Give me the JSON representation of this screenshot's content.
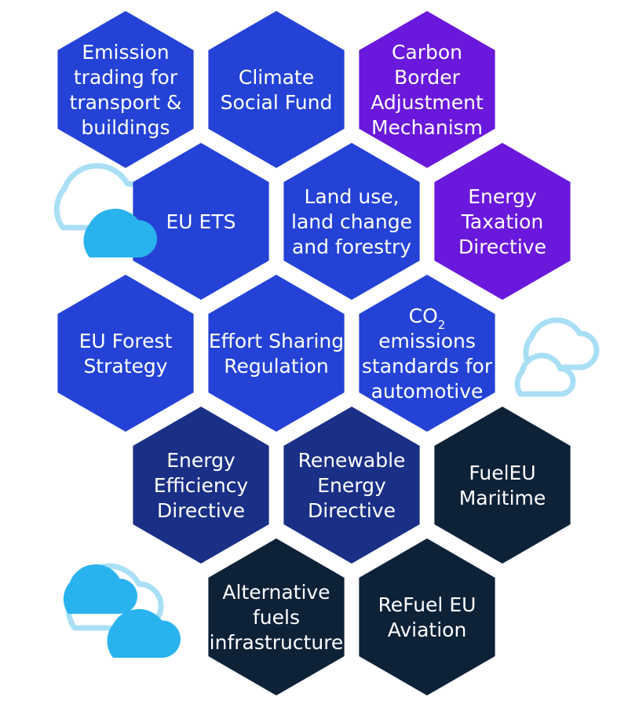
{
  "colors": {
    "blue": "#2442d6",
    "dark_blue": "#1a2f86",
    "purple": "#6a18db",
    "navy": "#0d2137",
    "cloud_fill": "#29b3ee",
    "cloud_outline": "#a9dff5",
    "text": "#ffffff"
  },
  "hexagons": [
    {
      "id": "emission-trading-transport-buildings",
      "lines": [
        "Emission",
        "trading for",
        "transport &",
        "buildings"
      ],
      "color": "blue"
    },
    {
      "id": "climate-social-fund",
      "lines": [
        "Climate",
        "Social Fund"
      ],
      "color": "blue"
    },
    {
      "id": "carbon-border-adjustment-mechanism",
      "lines": [
        "Carbon",
        "Border",
        "Adjustment",
        "Mechanism"
      ],
      "color": "purple"
    },
    {
      "id": "eu-ets",
      "lines": [
        "EU ETS"
      ],
      "color": "blue"
    },
    {
      "id": "land-use-forestry",
      "lines": [
        "Land use,",
        "land change",
        "and forestry"
      ],
      "color": "blue"
    },
    {
      "id": "energy-taxation-directive",
      "lines": [
        "Energy",
        "Taxation",
        "Directive"
      ],
      "color": "purple"
    },
    {
      "id": "eu-forest-strategy",
      "lines": [
        "EU Forest",
        "Strategy"
      ],
      "color": "blue"
    },
    {
      "id": "effort-sharing-regulation",
      "lines": [
        "Effort Sharing",
        "Regulation"
      ],
      "color": "blue"
    },
    {
      "id": "co2-emissions-standards-automotive",
      "lines": [
        "CO",
        "emissions",
        "standards for",
        "automotive"
      ],
      "subscript": "2",
      "color": "blue"
    },
    {
      "id": "energy-efficiency-directive",
      "lines": [
        "Energy",
        "Efficiency",
        "Directive"
      ],
      "color": "dark_blue"
    },
    {
      "id": "renewable-energy-directive",
      "lines": [
        "Renewable",
        "Energy",
        "Directive"
      ],
      "color": "dark_blue"
    },
    {
      "id": "fueleu-maritime",
      "lines": [
        "FuelEU",
        "Maritime"
      ],
      "color": "navy"
    },
    {
      "id": "alternative-fuels-infrastructure",
      "lines": [
        "Alternative",
        "fuels",
        "infrastructure"
      ],
      "color": "navy"
    },
    {
      "id": "refuel-eu-aviation",
      "lines": [
        "ReFuel EU",
        "Aviation"
      ],
      "color": "navy"
    }
  ]
}
